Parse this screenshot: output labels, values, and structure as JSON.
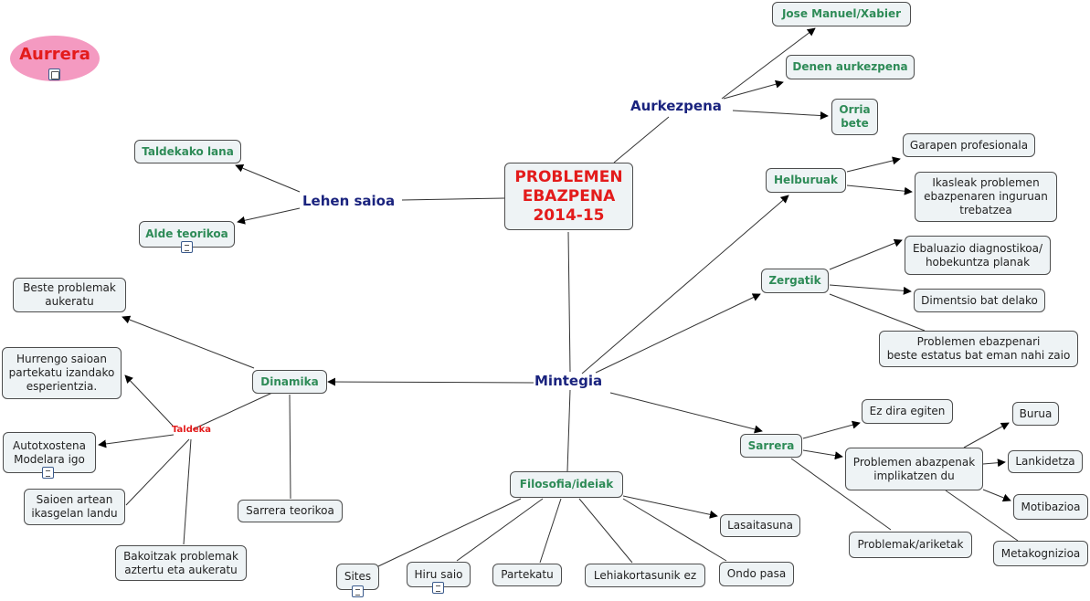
{
  "central": "PROBLEMEN\nEBAZPENA\n2014-15",
  "aurrera": {
    "label": "Aurrera",
    "icon": "map-link-icon",
    "color": "#f49ac1"
  },
  "branches": {
    "aurkezpena": "Aurkezpena",
    "lehen_saioa": "Lehen saioa",
    "mintegia": "Mintegia"
  },
  "aurkezpena_children": [
    "Jose Manuel/Xabier",
    "Denen aurkezpena",
    "Orria\nbete"
  ],
  "lehen_saioa_children": [
    "Taldekako lana",
    "Alde teorikoa"
  ],
  "mintegia_children": {
    "helburuak": "Helburuak",
    "zergatik": "Zergatik",
    "sarrera": "Sarrera",
    "filosofia": "Filosofia/ideiak",
    "dinamika": "Dinamika"
  },
  "helburuak_children": [
    "Garapen profesionala",
    "Ikasleak problemen\nebazpenaren inguruan\ntrebatzea"
  ],
  "zergatik_children": [
    "Ebaluazio diagnostikoa/\nhobekuntza planak",
    "Dimentsio bat delako",
    "Problemen ebazpenari\nbeste estatus bat eman nahi zaio"
  ],
  "sarrera_children": {
    "ez_dira": "Ez dira egiten",
    "implikatzen": "Problemen abazpenak\nimplikatzen du",
    "ariketak": "Problemak/ariketak"
  },
  "implikatzen_children": [
    "Burua",
    "Lankidetza",
    "Motibazioa",
    "Metakognizioa"
  ],
  "filosofia_children": [
    "Lasaitasuna",
    "Ondo pasa",
    "Lehiakortasunik ez",
    "Partekatu",
    "Hiru saio",
    "Sites"
  ],
  "dinamika_children": {
    "beste": "Beste  problemak\naukeratu",
    "taldeka": "Taldeka",
    "sarrera_teorikoa": "Sarrera teorikoa"
  },
  "taldeka_children": [
    "Hurrengo saioan\npartekatu izandako\nesperientzia.",
    "Autotxostena\nModelara igo",
    "Saioen artean\nikasgelan landu",
    "Bakoitzak problemak\naztertu eta aukeratu"
  ],
  "colors": {
    "central_text": "#e31b1b",
    "branch_text": "#1a237e",
    "sub_text": "#2e8b57",
    "node_fill": "#eef3f5",
    "line": "#333333"
  }
}
